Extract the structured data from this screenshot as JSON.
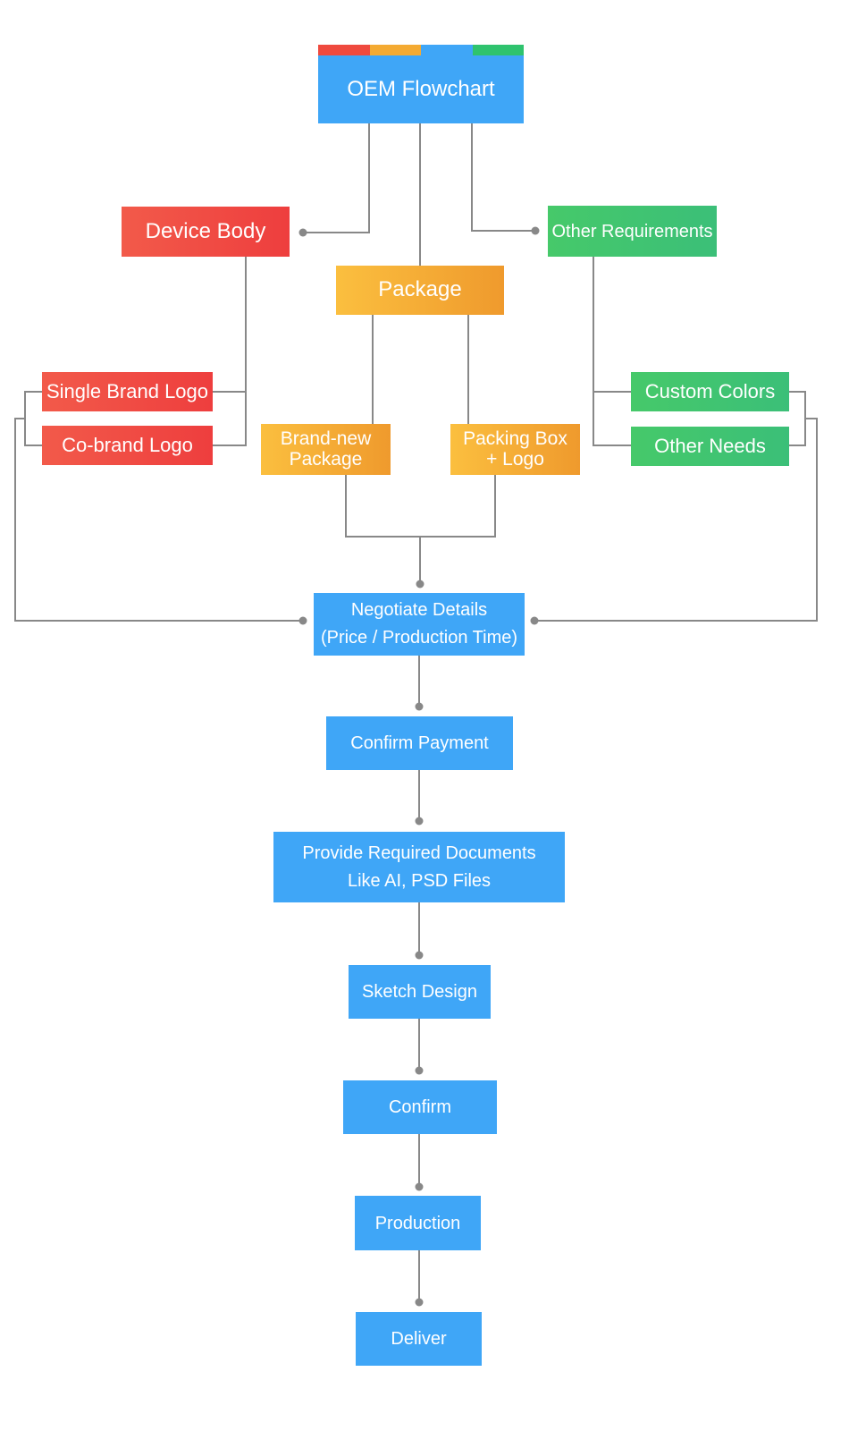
{
  "title": "OEM Flowchart",
  "title_bar_colors": [
    "#ef4a3e",
    "#f4aa32",
    "#3fa6f7",
    "#2fc36e"
  ],
  "branches": {
    "device_body": {
      "label": "Device Body",
      "children": [
        "Single Brand Logo",
        "Co-brand Logo"
      ],
      "color": "#ef4a3e"
    },
    "package": {
      "label": "Package",
      "children": [
        [
          "Brand-new",
          "Package"
        ],
        [
          "Packing Box",
          "+ Logo"
        ]
      ],
      "color": "#f4aa32"
    },
    "other_requirements": {
      "label": "Other Requirements",
      "children": [
        "Custom Colors",
        "Other Needs"
      ],
      "color": "#3fc66e"
    }
  },
  "process": {
    "negotiate": [
      "Negotiate Details",
      "(Price / Production Time)"
    ],
    "confirm_payment": "Confirm Payment",
    "provide_documents": [
      "Provide Required Documents",
      "Like AI, PSD Files"
    ],
    "sketch_design": "Sketch Design",
    "confirm": "Confirm",
    "production": "Production",
    "deliver": "Deliver"
  },
  "colors": {
    "process": "#3fa6f7",
    "connector": "#888888"
  }
}
